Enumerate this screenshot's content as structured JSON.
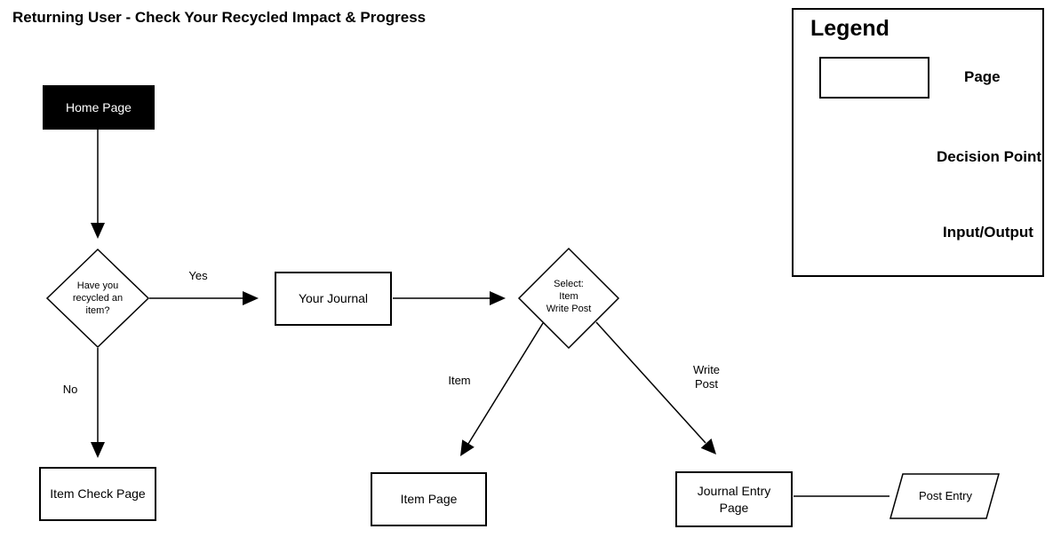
{
  "title": "Returning User - Check Your Recycled Impact & Progress",
  "flowchart": {
    "nodes": {
      "home_page": {
        "label": "Home Page"
      },
      "decision_recycled": {
        "line1": "Have you",
        "line2": "recycled an",
        "line3": "item?"
      },
      "your_journal": {
        "label": "Your Journal"
      },
      "decision_select": {
        "line1": "Select:",
        "line2": "Item",
        "line3": "Write Post"
      },
      "item_check_page": {
        "label": "Item Check Page"
      },
      "item_page": {
        "label": "Item Page"
      },
      "journal_entry_page": {
        "line1": "Journal Entry",
        "line2": "Page"
      },
      "post_entry": {
        "label": "Post Entry"
      }
    },
    "edge_labels": {
      "yes": "Yes",
      "no": "No",
      "item": "Item",
      "write_post": {
        "line1": "Write",
        "line2": "Post"
      }
    }
  },
  "legend": {
    "title": "Legend",
    "items": [
      {
        "shape": "rectangle",
        "label": "Page"
      },
      {
        "shape": "diamond",
        "label": "Decision Point"
      },
      {
        "shape": "parallelogram",
        "label": "Input/Output"
      }
    ]
  },
  "colors": {
    "ink": "#000000",
    "background": "#ffffff",
    "node_fill": "#ffffff",
    "home_page_fill": "#000000",
    "home_page_text": "#ffffff"
  }
}
